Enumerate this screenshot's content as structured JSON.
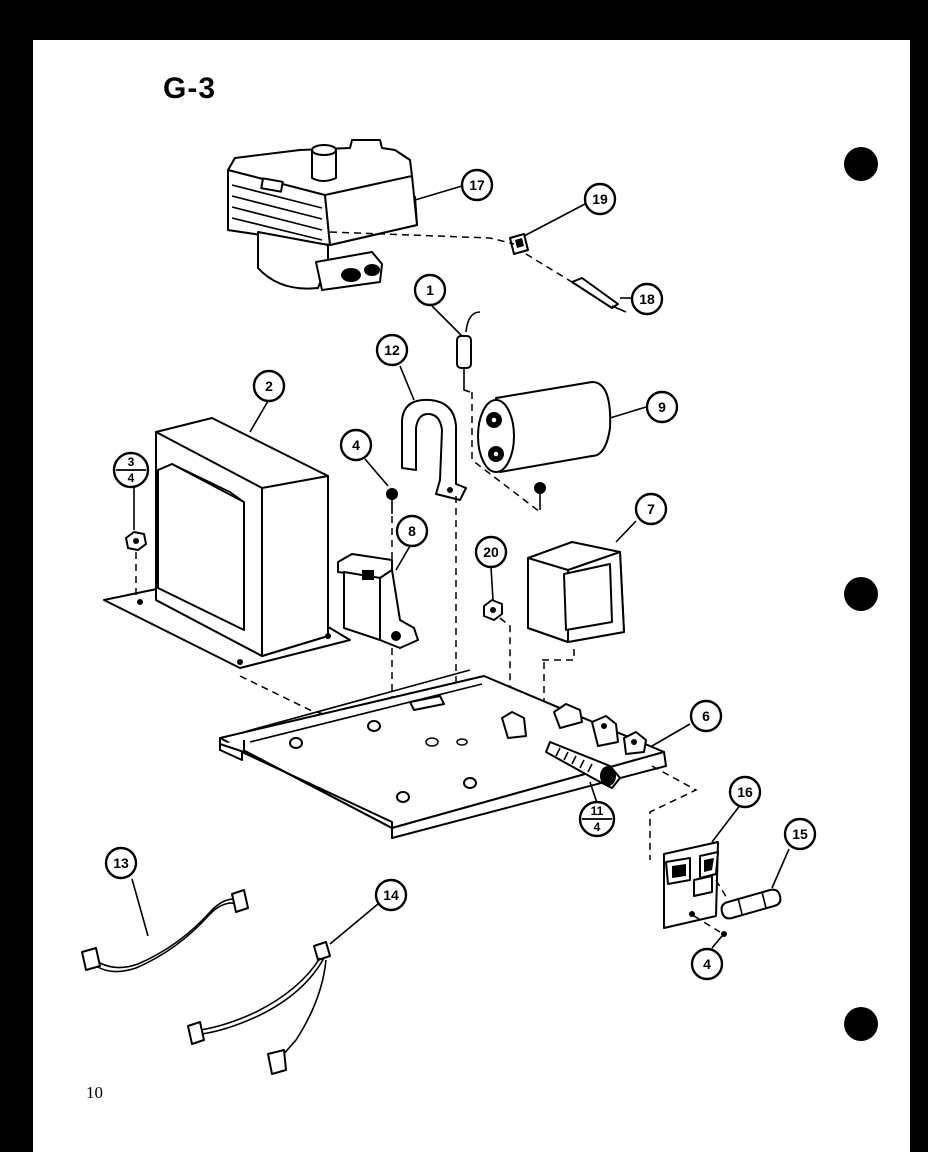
{
  "page": {
    "title": "G-3",
    "page_number": "10"
  },
  "callouts": [
    {
      "id": "c17",
      "label": "17"
    },
    {
      "id": "c19",
      "label": "19"
    },
    {
      "id": "c18",
      "label": "18"
    },
    {
      "id": "c1",
      "label": "1"
    },
    {
      "id": "c12",
      "label": "12"
    },
    {
      "id": "c2",
      "label": "2"
    },
    {
      "id": "c9",
      "label": "9"
    },
    {
      "id": "c4a",
      "label": "4"
    },
    {
      "id": "c3_4",
      "label_top": "3",
      "label_bottom": "4"
    },
    {
      "id": "c8",
      "label": "8"
    },
    {
      "id": "c20",
      "label": "20"
    },
    {
      "id": "c7",
      "label": "7"
    },
    {
      "id": "c6",
      "label": "6"
    },
    {
      "id": "c11_4",
      "label_top": "11",
      "label_bottom": "4"
    },
    {
      "id": "c16",
      "label": "16"
    },
    {
      "id": "c15",
      "label": "15"
    },
    {
      "id": "c13",
      "label": "13"
    },
    {
      "id": "c14",
      "label": "14"
    },
    {
      "id": "c4b",
      "label": "4"
    }
  ]
}
